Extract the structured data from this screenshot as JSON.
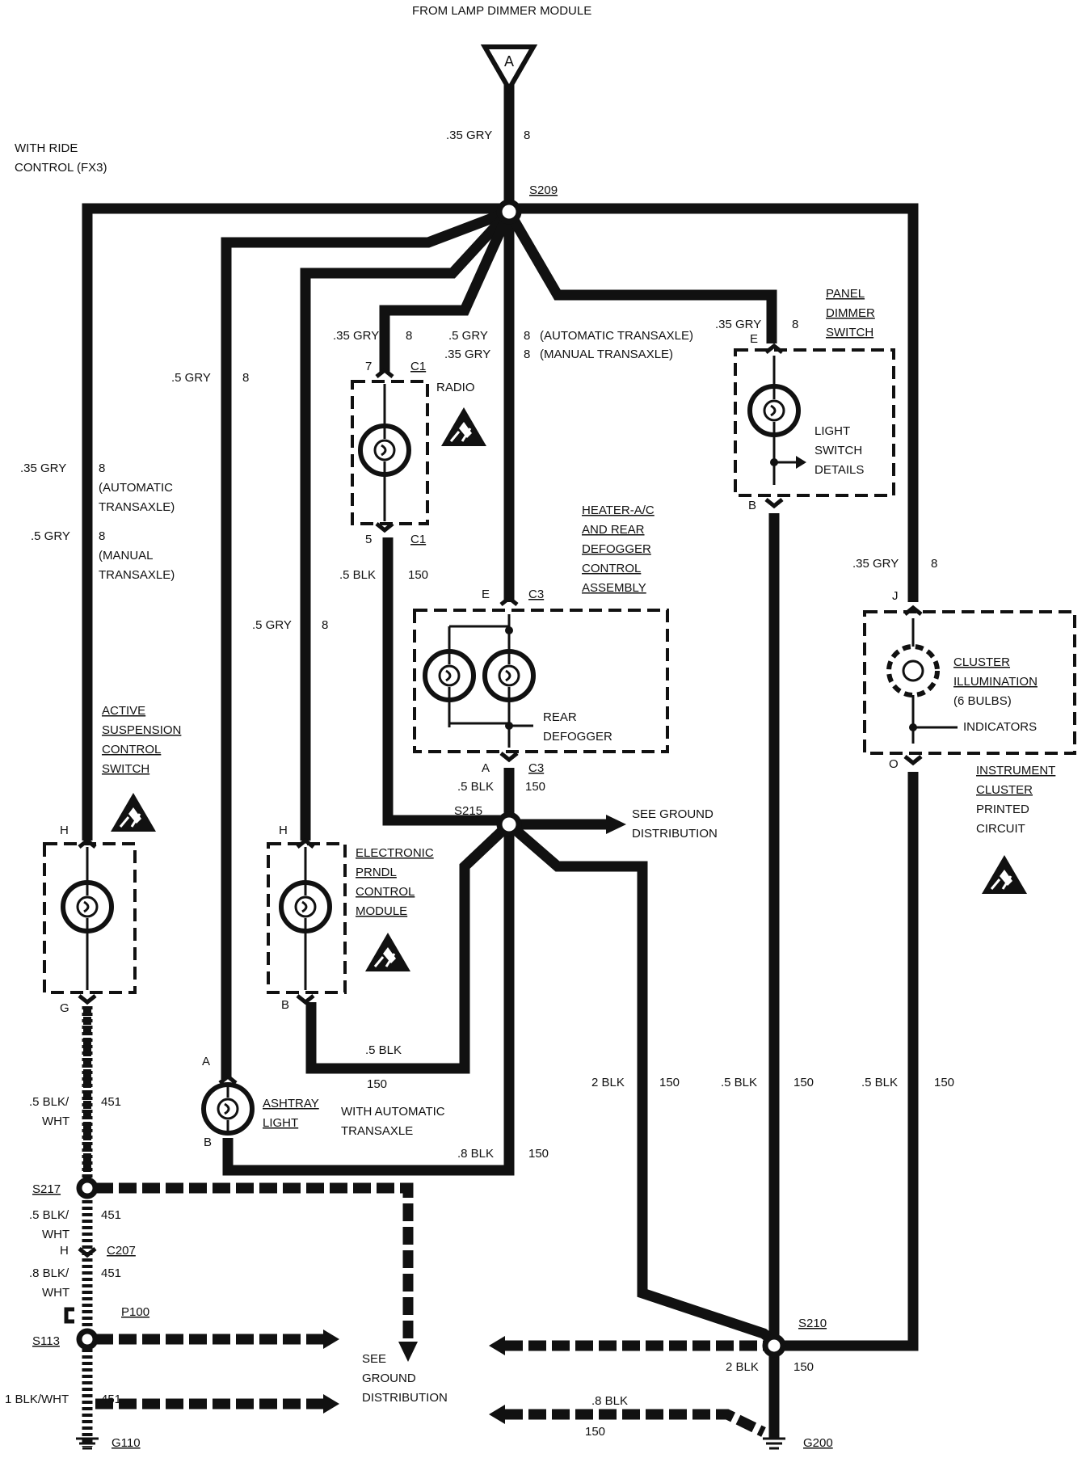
{
  "header": {
    "from_module": "FROM LAMP DIMMER MODULE",
    "connector_letter": "A"
  },
  "top_wire": {
    "gauge": ".35 GRY",
    "circuit": "8"
  },
  "ride_control_note": [
    "WITH RIDE",
    "CONTROL (FX3)"
  ],
  "splices": {
    "s209": "S209",
    "s215": "S215",
    "s217": "S217",
    "s113": "S113",
    "s210": "S210"
  },
  "grounds": {
    "g110": "G110",
    "g200": "G200"
  },
  "radio": {
    "wire_in_gauge": ".35 GRY",
    "wire_in_circuit": "8",
    "pin_in": "7",
    "conn_in": "C1",
    "name": "RADIO",
    "pin_out": "5",
    "conn_out": "C1",
    "wire_out_gauge": ".5 BLK",
    "wire_out_circuit": "150"
  },
  "hvac_feed": {
    "gauge_auto": ".5 GRY",
    "circuit_auto": "8",
    "note_auto": "(AUTOMATIC TRANSAXLE)",
    "gauge_man": ".35 GRY",
    "circuit_man": "8",
    "note_man": "(MANUAL TRANSAXLE)"
  },
  "heater": {
    "title": [
      "HEATER-A/C",
      "AND REAR",
      "DEFOGGER",
      "CONTROL",
      "ASSEMBLY"
    ],
    "pin_in": "E",
    "conn_in": "C3",
    "pin_out": "A",
    "conn_out": "C3",
    "rear_label": [
      "REAR",
      "DEFOGGER"
    ],
    "wire_out_gauge": ".5 BLK",
    "wire_out_circuit": "150"
  },
  "panel_dimmer": {
    "title": [
      "PANEL",
      "DIMMER",
      "SWITCH"
    ],
    "wire_in_gauge": ".35 GRY",
    "wire_in_circuit": "8",
    "pin_in": "E",
    "pin_out": "B",
    "details": [
      "LIGHT",
      "SWITCH",
      "DETAILS"
    ]
  },
  "cluster": {
    "wire_in_gauge": ".35 GRY",
    "wire_in_circuit": "8",
    "pin_in": "J",
    "pin_out": "O",
    "label": [
      "CLUSTER",
      "ILLUMINATION",
      "(6 BULBS)"
    ],
    "indicators": "INDICATORS",
    "instrument": [
      "INSTRUMENT",
      "CLUSTER",
      "PRINTED",
      "CIRCUIT"
    ]
  },
  "prndl_feed": {
    "gauge": ".5 GRY",
    "circuit": "8"
  },
  "prndl": {
    "title": [
      "ELECTRONIC",
      "PRNDL",
      "CONTROL",
      "MODULE"
    ],
    "pin_in": "H",
    "pin_out": "B",
    "out_gauge": ".5 BLK",
    "out_circuit": "150"
  },
  "ashtray_feed": {
    "gauge": ".5 GRY",
    "circuit": "8"
  },
  "ashtray": {
    "pin_a": "A",
    "pin_b": "B",
    "label": [
      "ASHTRAY",
      "LIGHT"
    ],
    "note": [
      "WITH AUTOMATIC",
      "TRANSAXLE"
    ],
    "out_gauge": ".8 BLK",
    "out_circuit": "150"
  },
  "suspension_feed": {
    "gauge1": ".35 GRY",
    "circuit1": "8",
    "note1": [
      "(AUTOMATIC",
      "TRANSAXLE)"
    ],
    "gauge2": ".5 GRY",
    "circuit2": "8",
    "note2": [
      "(MANUAL",
      "TRANSAXLE)"
    ]
  },
  "suspension": {
    "title": [
      "ACTIVE",
      "SUSPENSION",
      "CONTROL",
      "SWITCH"
    ],
    "pin_in": "H",
    "pin_out": "G",
    "w1_gauge": [
      ".5 BLK/",
      "WHT"
    ],
    "w1_circuit": "451",
    "w2_gauge": [
      ".5 BLK/",
      "WHT"
    ],
    "w2_circuit": "451",
    "conn_pin": "H",
    "conn": "C207",
    "w3_gauge": [
      ".8 BLK/",
      "WHT"
    ],
    "w3_circuit": "451",
    "p100": "P100",
    "w4_gauge": "1 BLK/WHT",
    "w4_circuit": "451"
  },
  "ground_dist": {
    "upper": [
      "SEE GROUND",
      "DISTRIBUTION"
    ],
    "lower": [
      "SEE",
      "GROUND",
      "DISTRIBUTION"
    ]
  },
  "right_ground_wires": {
    "w1_gauge": "2 BLK",
    "w1_circuit": "150",
    "w2_gauge": ".5 BLK",
    "w2_circuit": "150",
    "w3_gauge": ".5 BLK",
    "w3_circuit": "150",
    "s210_gauge": "2 BLK",
    "s210_circuit": "150",
    "g200_gauge": ".8 BLK",
    "g200_circuit": "150"
  }
}
